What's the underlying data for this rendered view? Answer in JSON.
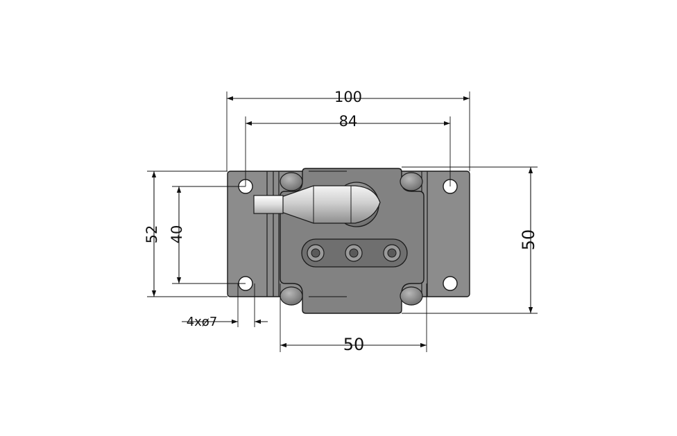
{
  "dimensions": {
    "overall_width": "100",
    "hole_spacing_x": "84",
    "overall_height": "52",
    "hole_spacing_y": "40",
    "body_height": "50",
    "body_width": "50",
    "hole_callout": "4xø7"
  },
  "colors": {
    "plate": "#8a8a8a",
    "body": "#7f7f7f",
    "pin": "#c8c8c8",
    "line": "#111111"
  }
}
